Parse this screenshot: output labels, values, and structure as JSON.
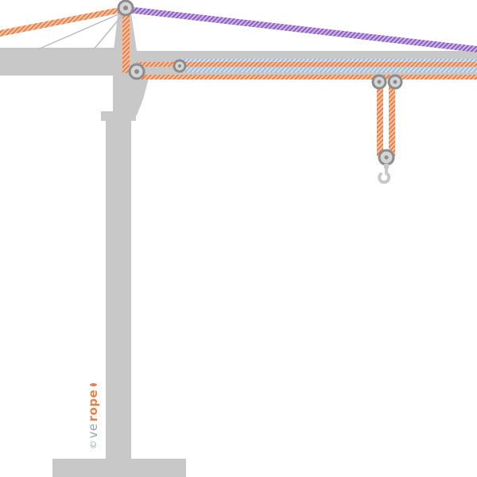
{
  "diagram": {
    "subject": "tower-crane-rope-reeving",
    "colors": {
      "structure": "#c8c8c8",
      "sheave": "#8c8c8c",
      "hoist_rope": "#e3834f",
      "trolley_rope": "#a9c3dd",
      "luffing_rope": "#8c5fbf",
      "background": "#ffffff"
    },
    "icons": [
      "sheave-icon",
      "hook-icon",
      "rope-logo-icon"
    ]
  },
  "logo": {
    "copyright": "©",
    "brand_prefix": "ve",
    "brand_suffix": "rope"
  }
}
